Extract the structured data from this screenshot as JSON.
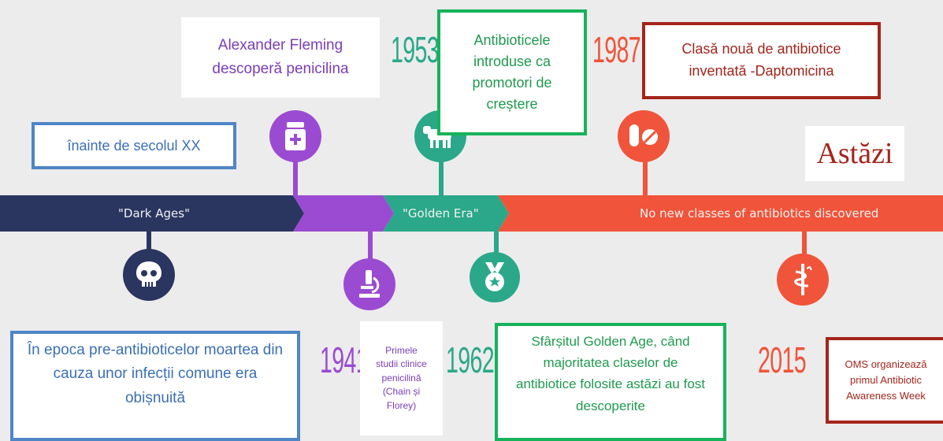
{
  "colors": {
    "navy": "#2a3560",
    "purple": "#9b4bd1",
    "teal": "#2aa889",
    "orange": "#f0543a",
    "box_blue": "#4f86c6",
    "box_green": "#16b35a",
    "box_red": "#a3251b",
    "text_purple": "#7a3db8",
    "text_blue": "#3a6fb6",
    "text_green": "#1f9a4e",
    "text_red": "#a3251b"
  },
  "eras": {
    "dark_ages": "\"Dark Ages\"",
    "golden_era": "\"Golden Era\"",
    "no_new": "No new classes of antibiotics discovered"
  },
  "years": {
    "y1953": "1953",
    "y1987": "1987",
    "y1941": "1941",
    "y1962": "1962",
    "y2015": "2015"
  },
  "boxes": {
    "fleming": "Alexander Fleming descoperă penicilina",
    "inainte": "înainte de secolul XX",
    "promotori": "Antibioticele introduse ca promotori de creștere",
    "daptomicina": "Clasă nouă de antibiotice inventată -Daptomicina",
    "astazi": "Astăzi",
    "pre_antibiotic": "În epoca pre-antibioticelor moartea din cauza unor infecții comune era obișnuită",
    "studii": "Primele studii clinice penicilină (Chain și Florey)",
    "sfarsit": "Sfârșitul Golden Age, când majoritatea claselor de antibiotice folosite astăzi au fost descoperite",
    "oms": "OMS organizează primul Antibiotic Awareness Week"
  },
  "icons": [
    "pill-bottle-icon",
    "cow-icon",
    "capsule-pill-icon",
    "skull-icon",
    "microscope-icon",
    "medal-icon",
    "caduceus-icon"
  ]
}
